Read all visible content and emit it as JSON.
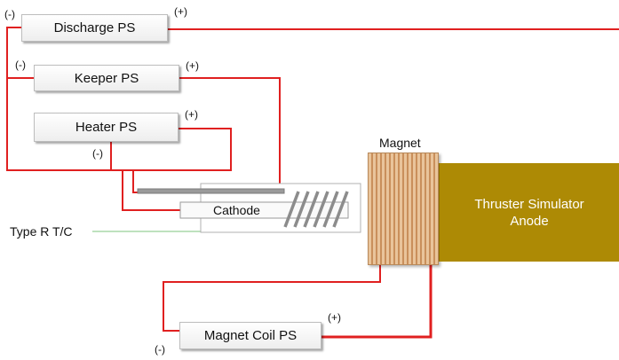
{
  "power_supplies": {
    "discharge": "Discharge PS",
    "keeper": "Keeper PS",
    "heater": "Heater PS",
    "magnet_coil": "Magnet Coil PS"
  },
  "terminals": {
    "positive": "(+)",
    "negative": "(-)"
  },
  "components": {
    "cathode": "Cathode",
    "magnet": "Magnet",
    "anode_line1": "Thruster Simulator",
    "anode_line2": "Anode",
    "thermocouple": "Type R T/C"
  },
  "colors": {
    "wire": "#e02020",
    "thermocouple_wire": "#a8d8a8",
    "anode": "#ad8a05",
    "box_border": "#bdbdbd"
  }
}
